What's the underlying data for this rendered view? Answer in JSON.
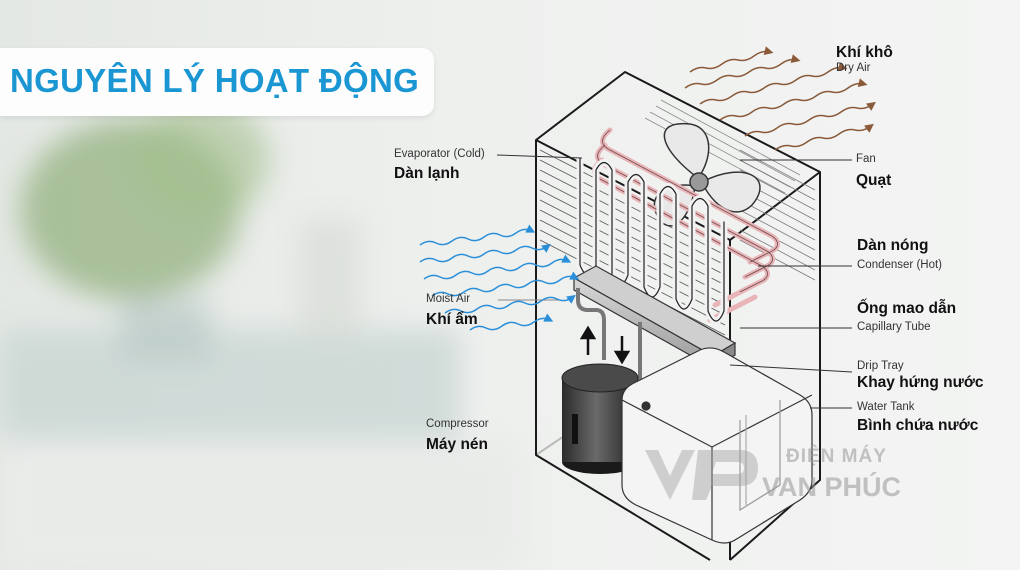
{
  "header": {
    "title": "NGUYÊN LÝ HOẠT ĐỘNG"
  },
  "labels": {
    "dry_air": {
      "vi": "Khí khô",
      "en": "Dry Air"
    },
    "evaporator": {
      "en": "Evaporator (Cold)",
      "vi": "Dàn lạnh"
    },
    "fan": {
      "en": "Fan",
      "vi": "Quạt"
    },
    "condenser": {
      "vi": "Dàn nóng",
      "en": "Condenser (Hot)"
    },
    "moist_air": {
      "en": "Moist Air",
      "vi": "Khí ẩm"
    },
    "capillary": {
      "vi": "Ống mao dẫn",
      "en": "Capillary Tube"
    },
    "drip_tray": {
      "en": "Drip Tray",
      "vi": "Khay hứng nước"
    },
    "water_tank": {
      "en": "Water Tank",
      "vi": "Bình chứa nước"
    },
    "compressor": {
      "en": "Compressor",
      "vi": "Máy nén"
    }
  },
  "watermark": {
    "line1": "ĐIỆN MÁY",
    "line2": "VAN PHÚC"
  },
  "colors": {
    "title": "#1a96d3",
    "moist_air": "#2a8fd8",
    "dry_air": "#8a5a3a",
    "condenser_pipe": "#e8b4b8"
  }
}
